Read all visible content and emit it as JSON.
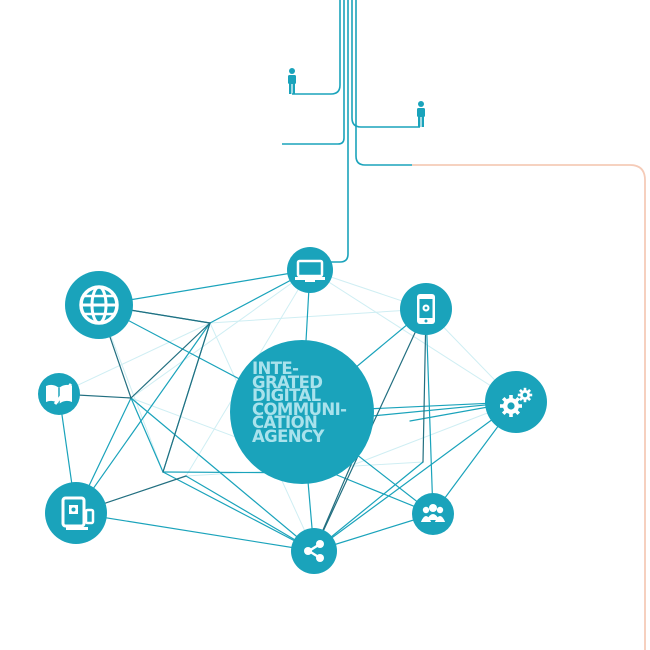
{
  "colors": {
    "primary": "#1aa3bb",
    "dark_line": "#226f80",
    "light_line": "#cfeef3",
    "accent_line": "#f5cbb8",
    "center_text": "#a9e2ec",
    "icon": "#ffffff"
  },
  "center": {
    "lines": [
      "INTE-",
      "GRATED",
      "DIGITAL",
      "COMMUNI-",
      "CATION",
      "AGENCY"
    ]
  },
  "nodes": [
    {
      "id": "globe",
      "icon": "globe-icon"
    },
    {
      "id": "desktop",
      "icon": "desktop-computer-icon"
    },
    {
      "id": "mobile",
      "icon": "mobile-settings-icon"
    },
    {
      "id": "book",
      "icon": "open-book-icon"
    },
    {
      "id": "gears",
      "icon": "gears-icon"
    },
    {
      "id": "tablet",
      "icon": "tablet-devices-icon"
    },
    {
      "id": "people",
      "icon": "people-group-icon"
    },
    {
      "id": "share",
      "icon": "share-icon"
    }
  ],
  "people": [
    {
      "icon": "person-icon"
    },
    {
      "icon": "person-icon"
    }
  ]
}
